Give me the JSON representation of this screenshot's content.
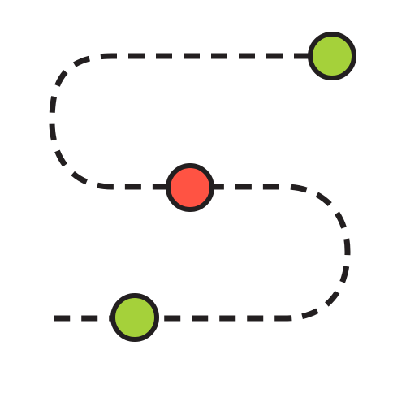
{
  "diagram": {
    "type": "route-path",
    "colors": {
      "path": "#231f20",
      "outline": "#231f20",
      "background": "#ffffff"
    },
    "nodes": [
      {
        "id": "end",
        "status": "green",
        "color": "#a5d13a"
      },
      {
        "id": "middle",
        "status": "red",
        "color": "#ff5343"
      },
      {
        "id": "start",
        "status": "green",
        "color": "#a5d13a"
      }
    ]
  }
}
